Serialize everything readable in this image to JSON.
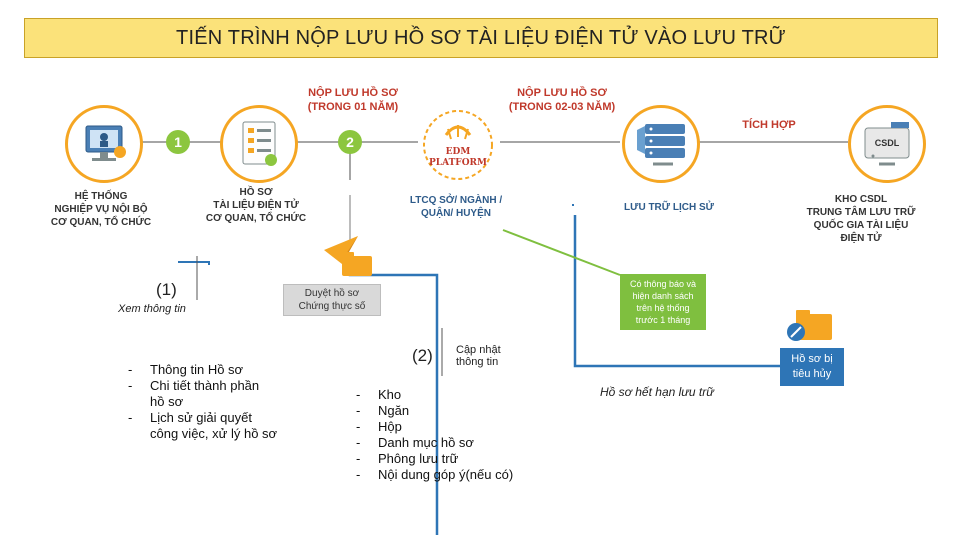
{
  "title": "TIẾN TRÌNH NỘP LƯU HỒ SƠ TÀI LIỆU ĐIỆN TỬ VÀO LƯU TRỮ",
  "labels": {
    "submit_1": "NỘP LƯU HỒ SƠ\n(TRONG 01 NĂM)",
    "submit_2": "NỘP LƯU HỒ SƠ\n(TRONG 02-03 NĂM)",
    "integrate": "TÍCH HỢP",
    "badge_1": "1",
    "badge_2": "2"
  },
  "nodes": {
    "system": "HỆ THỐNG\nNGHIỆP VỤ NỘI BỘ\nCƠ QUAN, TỔ CHỨC",
    "records": "HỒ SƠ\nTÀI LIỆU ĐIỆN TỬ\nCƠ QUAN, TỔ CHỨC",
    "ltcq": "LTCQ SỞ/ NGÀNH /\nQUẬN/ HUYỆN",
    "archive": "LƯU TRỮ LỊCH SỬ",
    "csdl": "KHO CSDL\nTRUNG TÂM LƯU TRỮ\nQUỐC GIA TÀI LIỆU\nĐIỆN TỬ",
    "edm_line1": "EDM",
    "edm_line2": "PLATFORM",
    "csdl_icon": "CSDL"
  },
  "step1": {
    "number": "(1)",
    "caption": "Xem thông tin",
    "items": [
      "Thông tin Hồ sơ",
      "Chi tiết thành phần\nhồ sơ",
      "Lịch sử giải quyết\ncông việc, xử lý hồ sơ"
    ]
  },
  "approve_box": "Duyệt hồ sơ\nChứng thực số",
  "step2": {
    "number": "(2)",
    "caption": "Cập nhật\nthông tin",
    "items": [
      "Kho",
      "Ngăn",
      "Hộp",
      "Danh mục hồ sơ",
      "Phông lưu trữ",
      "Nội dung góp ý(nếu có)"
    ]
  },
  "notice_box": "Có thông báo và\nhiện danh sách\ntrên hệ thống\ntrước 1 tháng",
  "expired": "Hồ sơ hết hạn lưu trữ",
  "destroyed": "Hồ sơ bị\ntiêu hủy",
  "colors": {
    "title_bg": "#fbe27a",
    "red": "#c0392b",
    "green": "#8cc63f",
    "blue": "#2e75b6",
    "orange": "#f5a623"
  }
}
